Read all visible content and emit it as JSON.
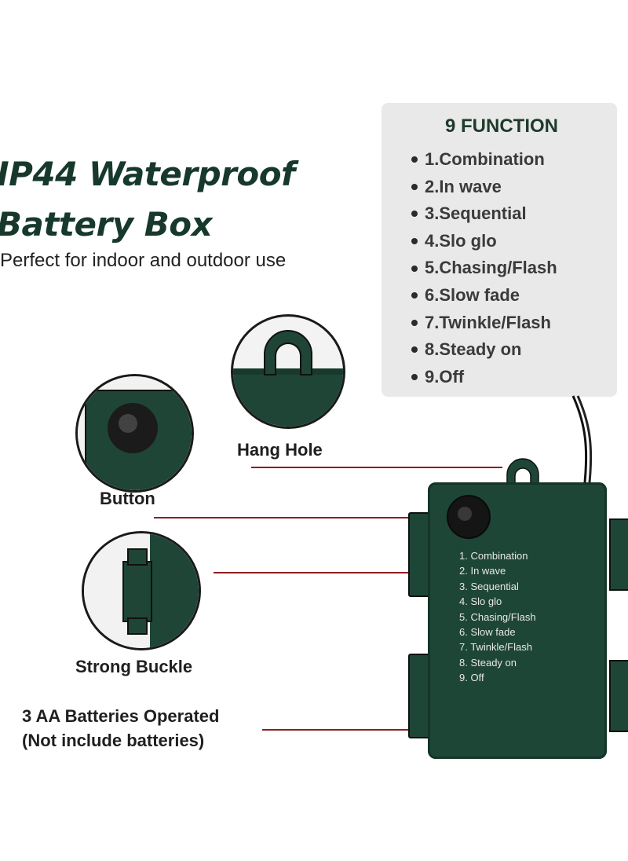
{
  "title": {
    "line1": "IP44 Waterproof",
    "line2": "Battery Box"
  },
  "subtitle": "Perfect for indoor and outdoor use",
  "functions": {
    "title": "9 FUNCTION",
    "items": [
      "1.Combination",
      "2.In wave",
      "3.Sequential",
      "4.Slo glo",
      "5.Chasing/Flash",
      "6.Slow fade",
      "7.Twinkle/Flash",
      "8.Steady on",
      "9.Off"
    ]
  },
  "callouts": {
    "hang_hole": "Hang Hole",
    "button": "Button",
    "strong_buckle": "Strong Buckle",
    "batteries_line1": "3 AA Batteries Operated",
    "batteries_line2": "(Not include batteries)"
  },
  "box_label": [
    "1. Combination",
    "2. In wave",
    "3. Sequential",
    "4. Slo glo",
    "5. Chasing/Flash",
    "6. Slow fade",
    "7. Twinkle/Flash",
    "8. Steady on",
    "9. Off"
  ],
  "colors": {
    "title_green": "#17392c",
    "box_green": "#1e4637",
    "leader_red": "#8d1e22",
    "panel_gray": "#e9e9e9"
  }
}
